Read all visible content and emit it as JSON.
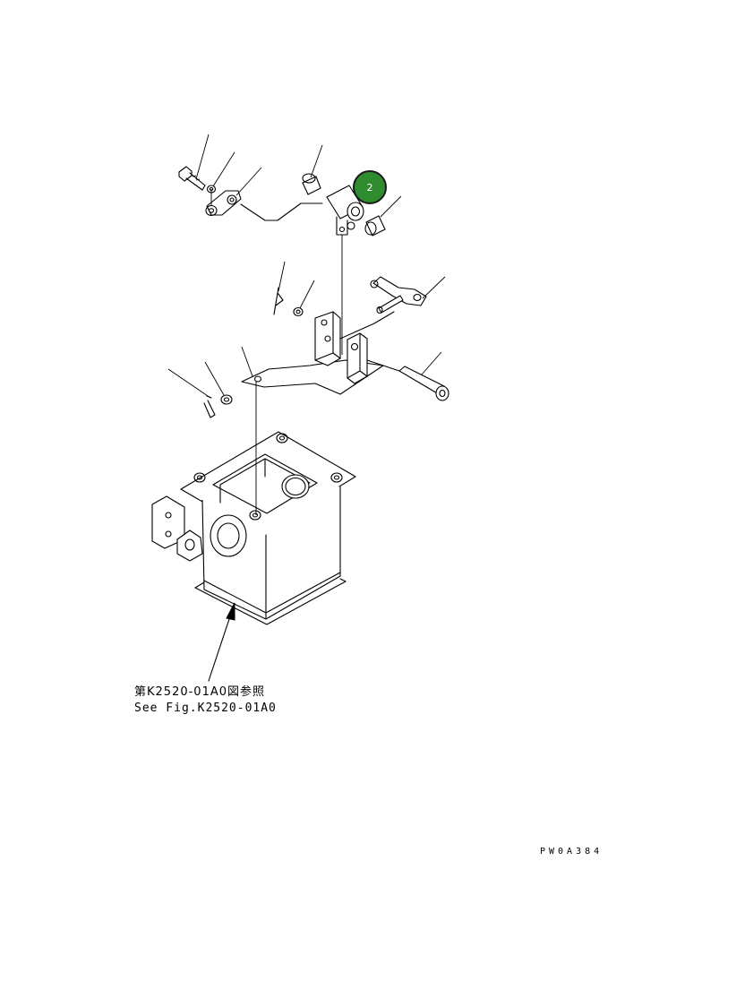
{
  "callout": {
    "number": "2",
    "color": "#2e8b2e"
  },
  "reference": {
    "japanese": "第K2520-01A0図参照",
    "english": "See Fig.K2520-01A0"
  },
  "drawing_id": "PW0A384",
  "line_color": "#000000"
}
